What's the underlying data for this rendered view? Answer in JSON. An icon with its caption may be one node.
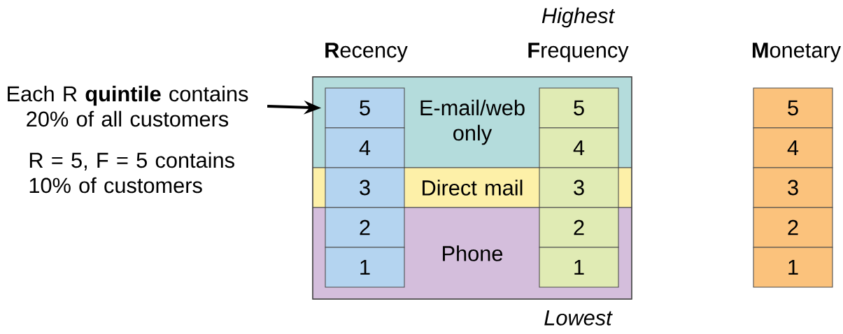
{
  "diagram": {
    "nodes": [
      {
        "text": [
          "Each R **quintile** contains 20% of all customers"
        ]
      },
      {
        "text": [
          "E-mail/web only"
        ]
      },
      {
        "text": [
          "Direct mail"
        ]
      },
      {
        "text": [
          "Phone"
        ]
      },
      {
        "text": [
          "5"
        ],
        "in": 1
      },
      {
        "text": [
          "4"
        ],
        "in": 1
      },
      {
        "text": [
          "3"
        ],
        "in": 2
      },
      {
        "text": [
          "2"
        ],
        "in": 3
      },
      {
        "text": [
          "1"
        ],
        "in": 3
      },
      {
        "text": [
          "5"
        ],
        "in": 1
      },
      {
        "text": [
          "4"
        ],
        "in": 1
      },
      {
        "text": [
          "3"
        ],
        "in": 2
      },
      {
        "text": [
          "2"
        ],
        "in": 3
      },
      {
        "text": [
          "1"
        ],
        "in": 3
      },
      {
        "text": [
          "5"
        ]
      },
      {
        "text": [
          "4"
        ]
      },
      {
        "text": [
          "3"
        ]
      },
      {
        "text": [
          "2"
        ]
      },
      {
        "text": [
          "1"
        ]
      }
    ],
    "edges": [
      {
        "from": 0,
        "to": 4,
        "arrow": "to"
      }
    ],
    "labels": [
      "Highest",
      "**R**ecency",
      "**F**requency",
      "**M**onetary",
      "R = 5, F = 5 contains 10% of customers",
      "Lowest"
    ]
  }
}
